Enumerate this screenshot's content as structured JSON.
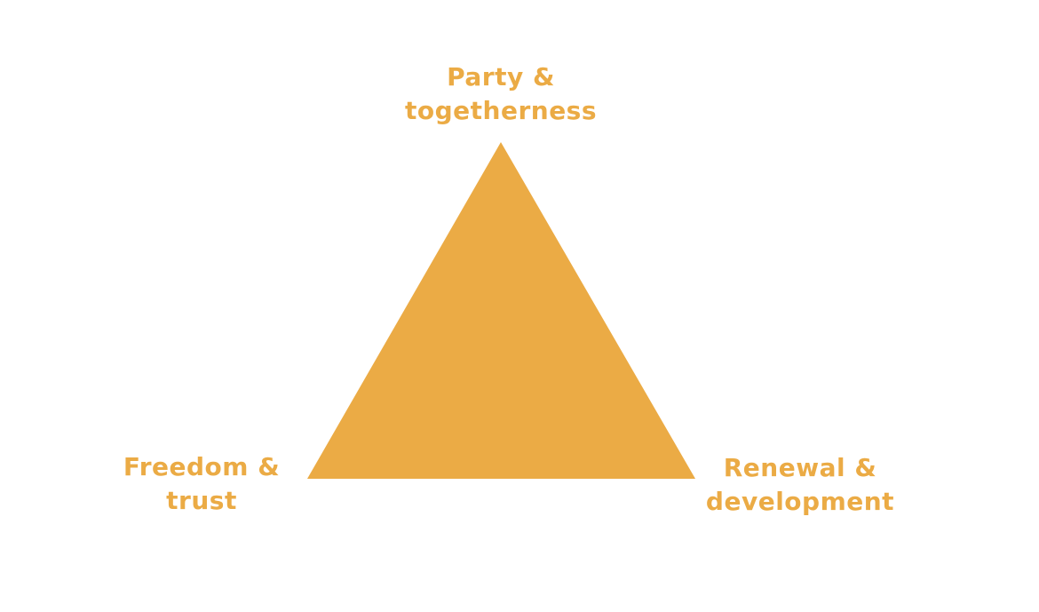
{
  "colors": {
    "accent": "#EBAB45",
    "background": "#FFFFFF"
  },
  "diagram": {
    "top_label": {
      "line1": "Party &",
      "line2": "togetherness"
    },
    "left_label": {
      "line1": "Freedom &",
      "line2": "trust"
    },
    "right_label": {
      "line1": "Renewal &",
      "line2": "development"
    }
  }
}
